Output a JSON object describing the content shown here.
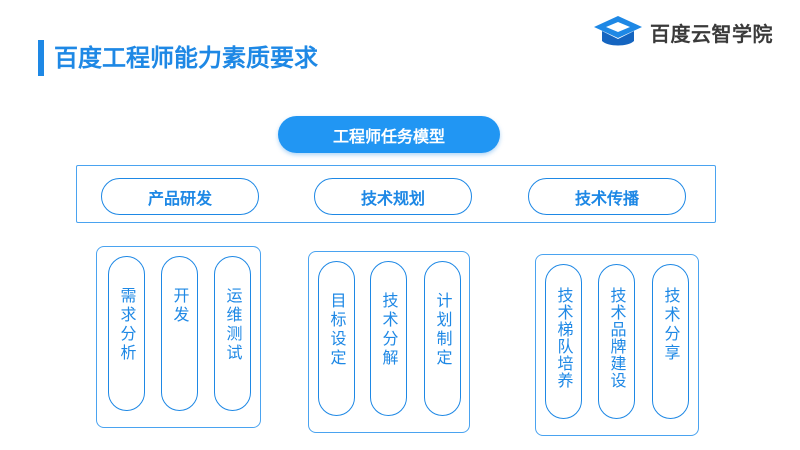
{
  "header": {
    "title": "百度工程师能力素质要求",
    "logo_text": "百度云智学院",
    "logo_icon": "graduation-cap-icon",
    "accent_color": "#1e88e5"
  },
  "diagram": {
    "root": "工程师任务模型",
    "categories": [
      {
        "label": "产品研发",
        "items": [
          "需求分析",
          "开发",
          "运维测试"
        ]
      },
      {
        "label": "技术规划",
        "items": [
          "目标设定",
          "技术分解",
          "计划制定"
        ]
      },
      {
        "label": "技术传播",
        "items": [
          "技术梯队培养",
          "技术品牌建设",
          "技术分享"
        ]
      }
    ]
  }
}
